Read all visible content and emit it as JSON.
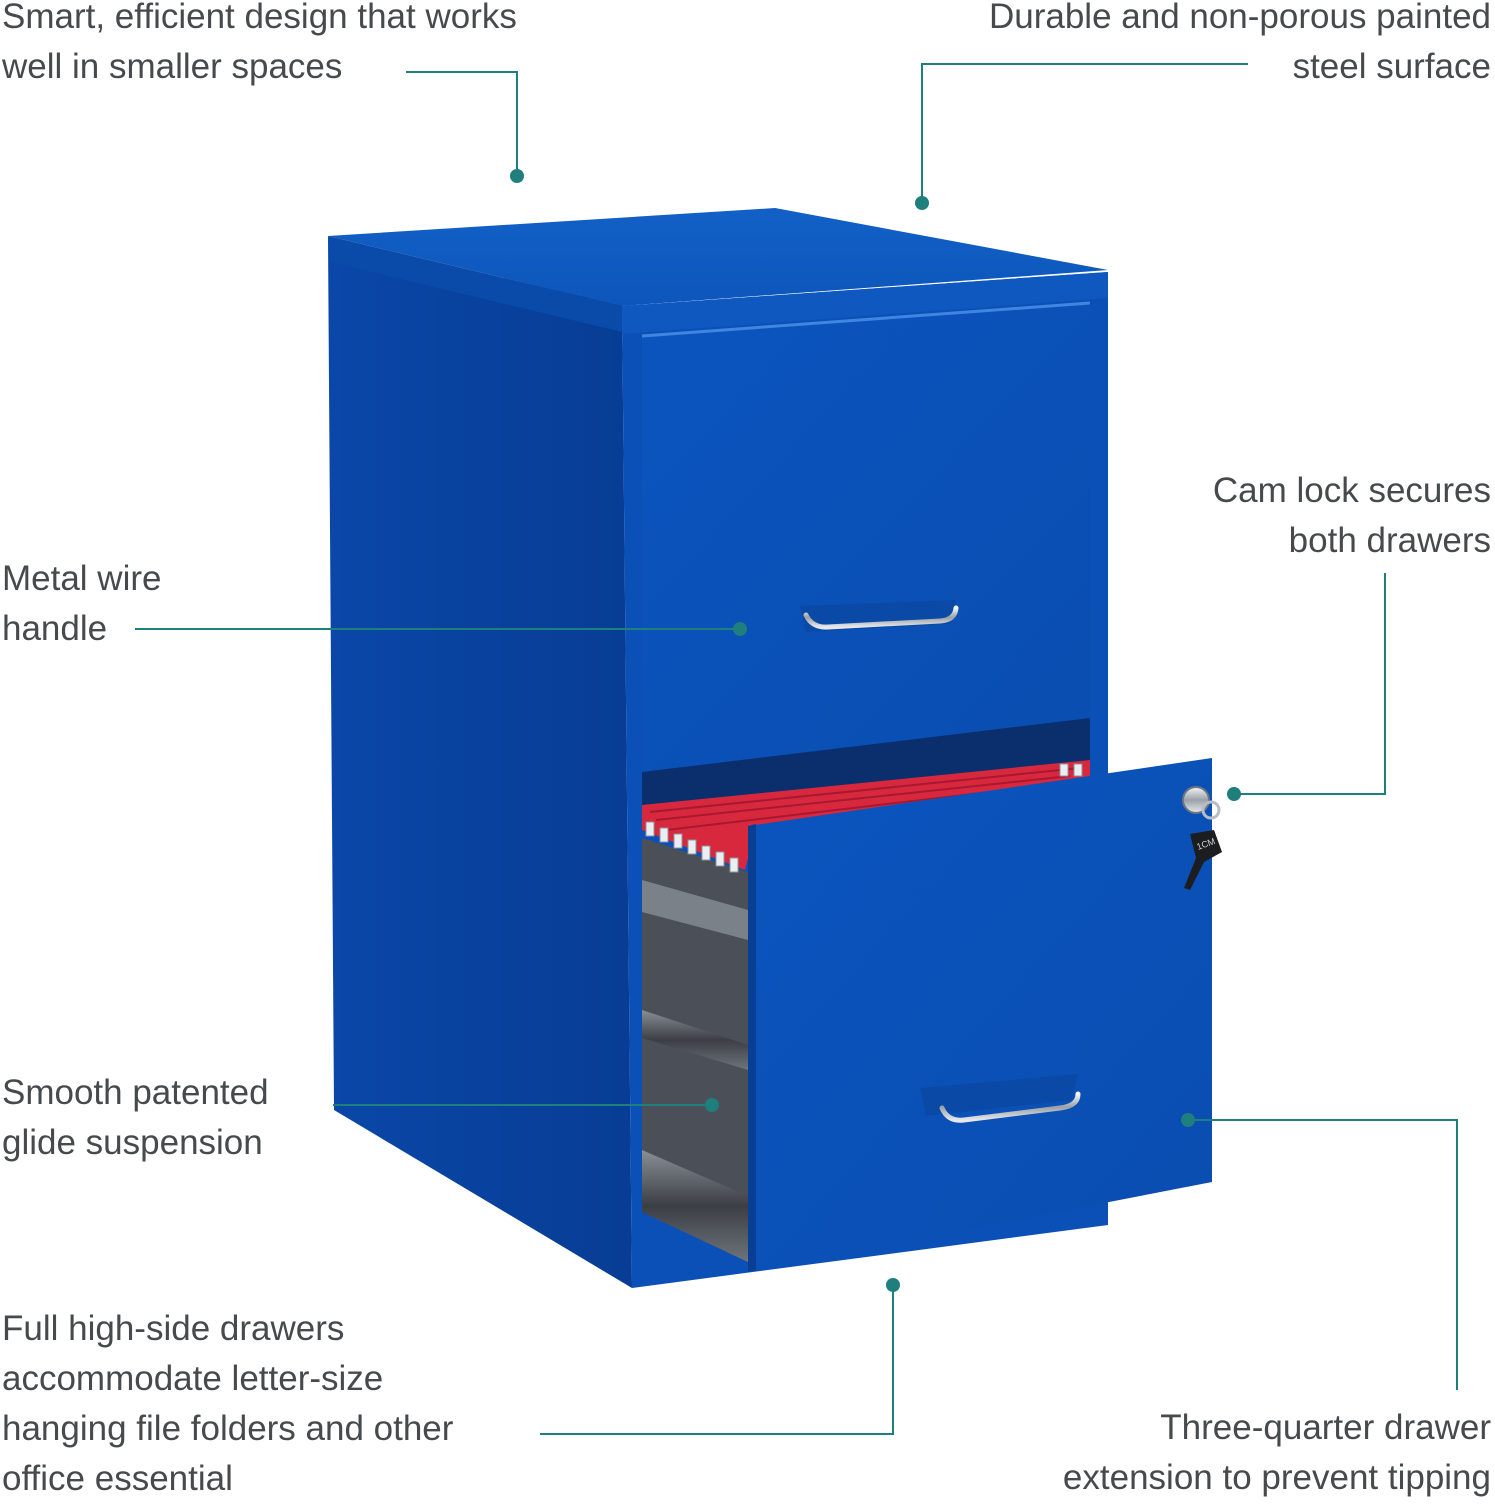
{
  "callouts": {
    "smart": {
      "lines": [
        "Smart, efficient design that works",
        "well in smaller spaces"
      ]
    },
    "durable": {
      "lines": [
        "Durable and non-porous painted",
        "steel surface"
      ]
    },
    "metal_handle": {
      "lines": [
        "Metal wire",
        "handle"
      ]
    },
    "cam_lock": {
      "lines": [
        "Cam lock secures",
        "both drawers"
      ]
    },
    "glide": {
      "lines": [
        "Smooth patented",
        "glide suspension"
      ]
    },
    "high_side": {
      "lines": [
        "Full high-side drawers",
        "accommodate letter-size",
        "hanging file folders and other",
        "office essential"
      ]
    },
    "extension": {
      "lines": [
        "Three-quarter drawer",
        "extension to prevent tipping"
      ]
    }
  },
  "product": {
    "cabinet_color": "#0a4fb0",
    "folder_color": "#d8283e",
    "leader_color": "#1f7f7c",
    "key_label": "1CM"
  }
}
